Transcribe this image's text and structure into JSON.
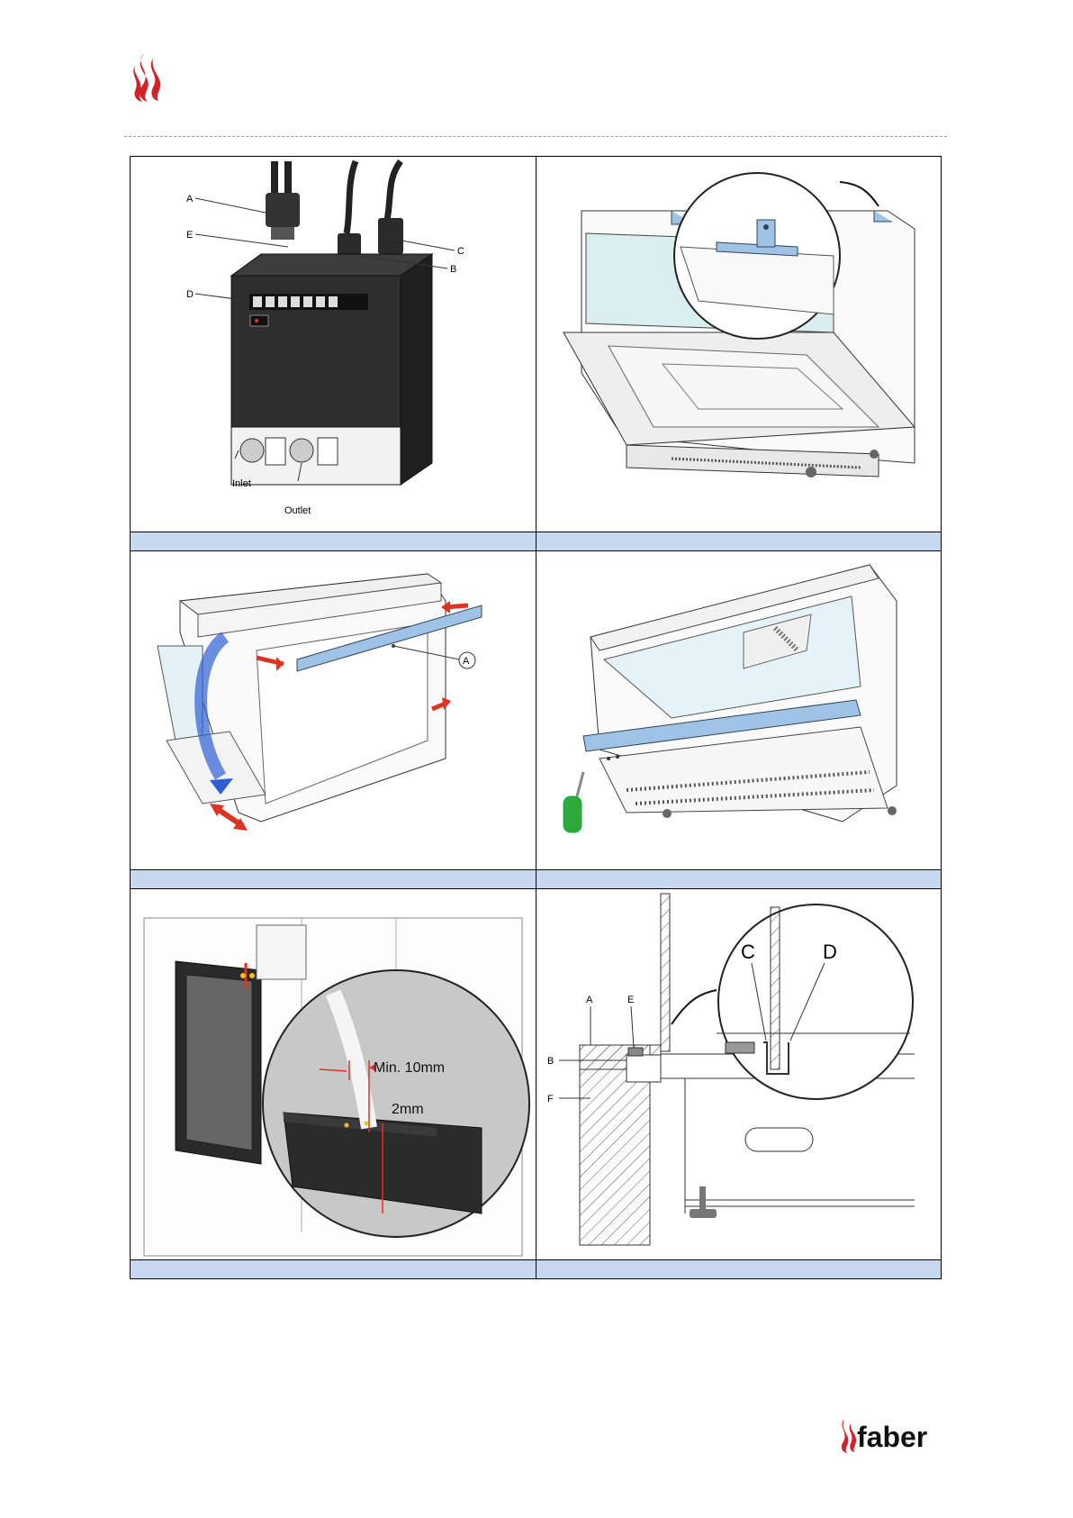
{
  "figures": {
    "control_box": {
      "callouts": [
        "A",
        "E",
        "D",
        "C",
        "B"
      ],
      "inlet_label": "Inlet",
      "outlet_label": "Outlet"
    },
    "clearance_detail": {
      "min_label": "Min. 10mm",
      "gap_label": "2mm"
    },
    "wall_section": {
      "labels": [
        "A",
        "E",
        "B",
        "F"
      ],
      "detail_c": "C",
      "detail_d": "D"
    },
    "bracket_removal": {
      "callout": "A"
    }
  },
  "captions": [
    "",
    "",
    "",
    "",
    "",
    ""
  ],
  "brand": {
    "name": "faber",
    "color": "#d2232a"
  },
  "caption_color": "#c6d9f1"
}
